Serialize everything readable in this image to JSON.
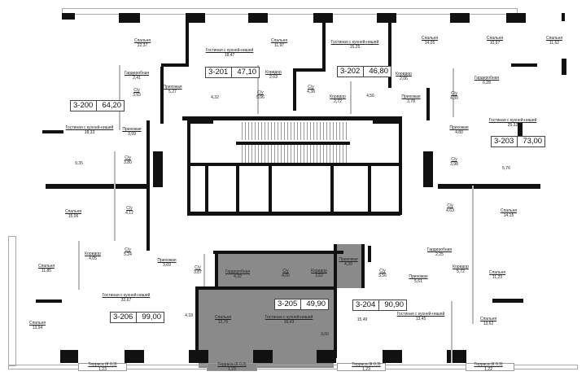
{
  "floor_plan": {
    "apartments": [
      {
        "id": "3-200",
        "area": "64,20",
        "rooms": [
          {
            "name": "Спальня",
            "area": "22,37"
          },
          {
            "name": "Гардеробная",
            "area": "2,41"
          },
          {
            "name": "С/у",
            "area": "3,93"
          },
          {
            "name": "Гостиная с кухней-нишей",
            "area": "18,33"
          },
          {
            "name": "Прихожая",
            "area": "3,99"
          },
          {
            "name": "",
            "area": "9,35"
          },
          {
            "name": "С/у",
            "area": "3,80"
          }
        ]
      },
      {
        "id": "3-201",
        "area": "47,10",
        "rooms": [
          {
            "name": "Гостиная с кухней-нишей",
            "area": "18,47"
          },
          {
            "name": "Спальня",
            "area": "11,97"
          },
          {
            "name": "Коридор",
            "area": "2,03"
          },
          {
            "name": "Прихожая",
            "area": "5,27"
          },
          {
            "name": "",
            "area": "4,32"
          },
          {
            "name": "С/у",
            "area": "5,06"
          }
        ]
      },
      {
        "id": "3-202",
        "area": "46,80",
        "rooms": [
          {
            "name": "Гостиная с кухней-нишей",
            "area": "15,25"
          },
          {
            "name": "Спальня",
            "area": "14,05"
          },
          {
            "name": "Коридор",
            "area": "2,06"
          },
          {
            "name": "С/у",
            "area": "4,38"
          },
          {
            "name": "Коридор",
            "area": "2,72"
          },
          {
            "name": "",
            "area": "4,56"
          },
          {
            "name": "Прихожая",
            "area": "3,78"
          }
        ]
      },
      {
        "id": "3-203",
        "area": "73,00",
        "rooms": [
          {
            "name": "Спальня",
            "area": "10,97"
          },
          {
            "name": "Спальня",
            "area": "11,62"
          },
          {
            "name": "Гардеробная",
            "area": "6,28"
          },
          {
            "name": "С/у",
            "area": "4,30"
          },
          {
            "name": "Гостиная с кухней-нишей",
            "area": "25,32"
          },
          {
            "name": "Прихожая",
            "area": "4,80"
          },
          {
            "name": "С/у",
            "area": "3,98"
          },
          {
            "name": "",
            "area": "5,76"
          }
        ]
      },
      {
        "id": "3-204",
        "area": "90,90",
        "rooms": [
          {
            "name": "С/у",
            "area": "4,63"
          },
          {
            "name": "Спальня",
            "area": "14,15"
          },
          {
            "name": "Гардеробная",
            "area": "2,25"
          },
          {
            "name": "Коридор",
            "area": "5,72"
          },
          {
            "name": "С/у",
            "area": "3,56"
          },
          {
            "name": "Прихожая",
            "area": "5,61"
          },
          {
            "name": "Спальня",
            "area": "11,23"
          },
          {
            "name": "",
            "area": "15,49"
          },
          {
            "name": "Гостиная с кухней-нишей",
            "area": "13,45"
          },
          {
            "name": "Спальня",
            "area": "13,62"
          },
          {
            "name": "Терраса (К 0,3)",
            "area": "1,23"
          },
          {
            "name": "Терраса (К 0,3)",
            "area": "1,22"
          }
        ]
      },
      {
        "id": "3-205",
        "area": "49,90",
        "highlighted": true,
        "rooms": [
          {
            "name": "Гардеробная",
            "area": "4,32"
          },
          {
            "name": "С/у",
            "area": "4,60"
          },
          {
            "name": "Коридор",
            "area": "3,52"
          },
          {
            "name": "Прихожая",
            "area": "4,30"
          },
          {
            "name": "Спальня",
            "area": "12,76"
          },
          {
            "name": "Гостиная с кухней-нишей",
            "area": "16,43"
          },
          {
            "name": "",
            "area": "3,60"
          },
          {
            "name": "Терраса (К 0,3)",
            "area": "1,23"
          }
        ]
      },
      {
        "id": "3-206",
        "area": "99,00",
        "rooms": [
          {
            "name": "Спальня",
            "area": "15,06"
          },
          {
            "name": "С/у",
            "area": "4,12"
          },
          {
            "name": "Коридор",
            "area": "4,05"
          },
          {
            "name": "С/у",
            "area": "5,24"
          },
          {
            "name": "Спальня",
            "area": "11,85"
          },
          {
            "name": "Прихожая",
            "area": "3,69"
          },
          {
            "name": "С/у",
            "area": "3,87"
          },
          {
            "name": "Гостиная с кухней-нишей",
            "area": "32,67"
          },
          {
            "name": "",
            "area": "4,18"
          },
          {
            "name": "Спальня",
            "area": "13,94"
          },
          {
            "name": "Терраса (К 0,3)",
            "area": "1,23"
          }
        ]
      }
    ],
    "colors": {
      "wall": "#111111",
      "highlight": "#8a8a8a",
      "thin_wall": "#aaaaaa"
    }
  }
}
